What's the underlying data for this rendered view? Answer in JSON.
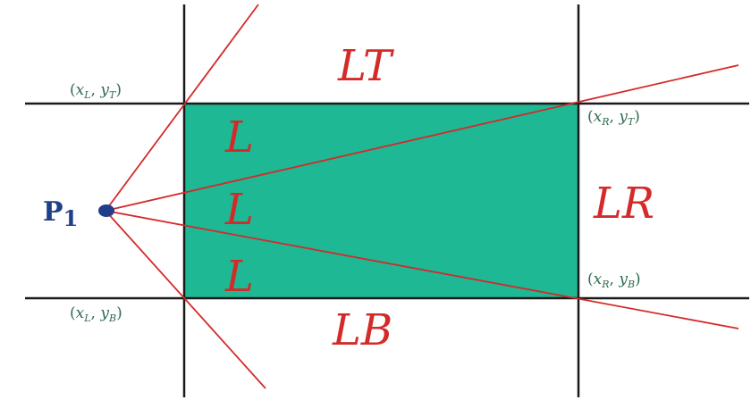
{
  "colors": {
    "window_fill": "#1eb894",
    "grid_lines": "#1a1a1a",
    "rays": "#d42a2a",
    "region_text": "#d42a2a",
    "corner_text": "#2e6b4f",
    "point": "#1f3f8a"
  },
  "point": {
    "letter": "P",
    "index": "1"
  },
  "regions": {
    "top": "LT",
    "bottom": "LB",
    "right": "LR",
    "left_top": "L",
    "left_middle": "L",
    "left_bottom": "L"
  },
  "corners": {
    "top_left": {
      "open": "(",
      "x": "x",
      "x_sub": "L",
      "sep": ", ",
      "y": "y",
      "y_sub": "T",
      "close": ")"
    },
    "top_right": {
      "open": "(",
      "x": "x",
      "x_sub": "R",
      "sep": ", ",
      "y": "y",
      "y_sub": "T",
      "close": ")"
    },
    "bottom_left": {
      "open": "(",
      "x": "x",
      "x_sub": "L",
      "sep": ", ",
      "y": "y",
      "y_sub": "B",
      "close": ")"
    },
    "bottom_right": {
      "open": "(",
      "x": "x",
      "x_sub": "R",
      "sep": ", ",
      "y": "y",
      "y_sub": "B",
      "close": ")"
    }
  }
}
